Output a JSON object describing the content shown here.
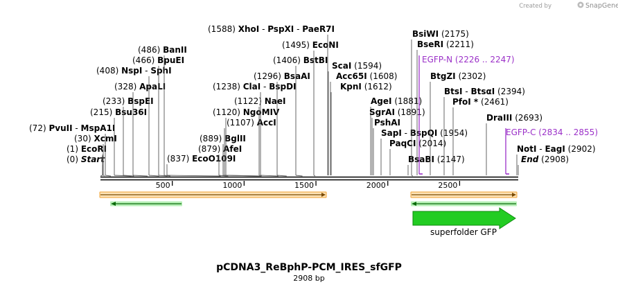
{
  "credit": {
    "prefix": "Created by",
    "brand": "SnapGene"
  },
  "title": "pCDNA3_ReBphP-PCM_IRES_sfGFP",
  "subtitle": "2908 bp",
  "sequence_length": 2908,
  "axis": {
    "ticks": [
      500,
      1000,
      1500,
      2000,
      2500
    ]
  },
  "colors": {
    "mcs_bar": "#f0a030",
    "arrow_green": "#22cc22",
    "primer": "#9b30c8"
  },
  "sites": [
    {
      "pos": 0,
      "pos_text": "(0)",
      "names": [
        "Start"
      ],
      "italic": true
    },
    {
      "pos": 1,
      "pos_text": "(1)",
      "names": [
        "EcoRI"
      ]
    },
    {
      "pos": 30,
      "pos_text": "(30)",
      "names": [
        "XcmI"
      ]
    },
    {
      "pos": 72,
      "pos_text": "(72)",
      "names": [
        "PvuII",
        "MspA1I"
      ]
    },
    {
      "pos": 215,
      "pos_text": "(215)",
      "names": [
        "Bsu36I"
      ]
    },
    {
      "pos": 233,
      "pos_text": "(233)",
      "names": [
        "BspEI"
      ]
    },
    {
      "pos": 328,
      "pos_text": "(328)",
      "names": [
        "ApaLI"
      ]
    },
    {
      "pos": 408,
      "pos_text": "(408)",
      "names": [
        "NspI",
        "SphI"
      ]
    },
    {
      "pos": 466,
      "pos_text": "(466)",
      "names": [
        "BpuEI"
      ]
    },
    {
      "pos": 486,
      "pos_text": "(486)",
      "names": [
        "BanII"
      ]
    },
    {
      "pos": 837,
      "pos_text": "(837)",
      "names": [
        "EcoO109I"
      ]
    },
    {
      "pos": 879,
      "pos_text": "(879)",
      "names": [
        "AfeI"
      ]
    },
    {
      "pos": 889,
      "pos_text": "(889)",
      "names": [
        "BglII"
      ]
    },
    {
      "pos": 1107,
      "pos_text": "(1107)",
      "names": [
        "AccI"
      ]
    },
    {
      "pos": 1120,
      "pos_text": "(1120)",
      "names": [
        "NgoMIV"
      ]
    },
    {
      "pos": 1122,
      "pos_text": "(1122)",
      "names": [
        "NaeI"
      ]
    },
    {
      "pos": 1238,
      "pos_text": "(1238)",
      "names": [
        "ClaI",
        "BspDI"
      ]
    },
    {
      "pos": 1296,
      "pos_text": "(1296)",
      "names": [
        "BsaAI"
      ]
    },
    {
      "pos": 1406,
      "pos_text": "(1406)",
      "names": [
        "BstBI"
      ]
    },
    {
      "pos": 1495,
      "pos_text": "(1495)",
      "names": [
        "EcoNI"
      ]
    },
    {
      "pos": 1588,
      "pos_text": "(1588)",
      "names": [
        "XhoI",
        "PspXI",
        "PaeR7I"
      ]
    },
    {
      "pos": 1594,
      "pos_text": "(1594)",
      "names": [
        "ScaI"
      ]
    },
    {
      "pos": 1608,
      "pos_text": "(1608)",
      "names": [
        "Acc65I"
      ]
    },
    {
      "pos": 1612,
      "pos_text": "(1612)",
      "names": [
        "KpnI"
      ]
    },
    {
      "pos": 1881,
      "pos_text": "(1881)",
      "names": [
        "AgeI"
      ]
    },
    {
      "pos": 1891,
      "pos_text": "(1891)",
      "names": [
        "SgrAI"
      ]
    },
    {
      "pos": 1891,
      "pos_text": "",
      "names": [
        "PshAI"
      ]
    },
    {
      "pos": 1954,
      "pos_text": "(1954)",
      "names": [
        "SapI",
        "BspQI"
      ]
    },
    {
      "pos": 2014,
      "pos_text": "(2014)",
      "names": [
        "PaqCI"
      ]
    },
    {
      "pos": 2147,
      "pos_text": "(2147)",
      "names": [
        "BsaBI"
      ]
    },
    {
      "pos": 2175,
      "pos_text": "(2175)",
      "names": [
        "BsiWI"
      ]
    },
    {
      "pos": 2211,
      "pos_text": "(2211)",
      "names": [
        "BseRI"
      ]
    },
    {
      "pos": 2302,
      "pos_text": "(2302)",
      "names": [
        "BtgZI"
      ]
    },
    {
      "pos": 2394,
      "pos_text": "(2394)",
      "names": [
        "BtsI",
        "BtsαI"
      ]
    },
    {
      "pos": 2461,
      "pos_text": "(2461)",
      "names": [
        "PfoI *"
      ]
    },
    {
      "pos": 2693,
      "pos_text": "(2693)",
      "names": [
        "DraIII"
      ]
    },
    {
      "pos": 2902,
      "pos_text": "(2902)",
      "names": [
        "NotI",
        "EagI"
      ]
    },
    {
      "pos": 2908,
      "pos_text": "(2908)",
      "names": [
        "End"
      ],
      "italic": true
    }
  ],
  "primers": [
    {
      "name": "EGFP-N",
      "range": "(2226 .. 2247)",
      "start": 2226,
      "end": 2247
    },
    {
      "name": "EGFP-C",
      "range": "(2834 .. 2855)",
      "start": 2834,
      "end": 2855
    }
  ],
  "features": [
    {
      "start": 0,
      "end": 1580,
      "type": "mcs"
    },
    {
      "start": 75,
      "end": 570,
      "type": "arrow-left"
    },
    {
      "start": 2182,
      "end": 2908,
      "type": "mcs"
    },
    {
      "start": 2182,
      "end": 2908,
      "type": "arrow-left"
    },
    {
      "start": 2182,
      "end": 2908,
      "type": "big-arrow",
      "label": "superfolder GFP"
    }
  ]
}
